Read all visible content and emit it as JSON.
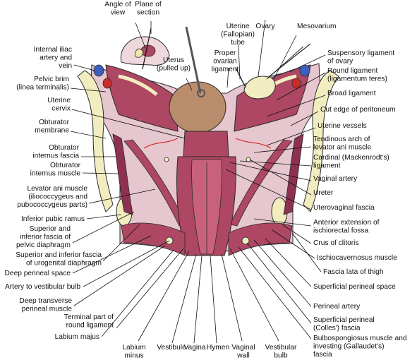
{
  "colors": {
    "tissue": "#ad4763",
    "tissue_dark": "#8e3150",
    "fascia": "#e6c6cf",
    "fat": "#f1e9a9",
    "uterus": "#b98d6c",
    "bone": "#f2edc0",
    "artery": "#cf2a2a",
    "vein": "#3f5fc0",
    "outline": "#2a2a2a"
  },
  "labels": {
    "angle_of_view": [
      "Angle of",
      "view"
    ],
    "plane_of_section": [
      "Plane of",
      "section"
    ],
    "uterine_tube": [
      "Uterine",
      "(Fallopian)",
      "tube"
    ],
    "ovary": [
      "Ovary"
    ],
    "mesovarium": [
      "Mesovarium"
    ],
    "internal_iliac": [
      "Internal iliac",
      "artery and",
      "vein"
    ],
    "uterus_pulled_up": [
      "Uterus",
      "(pulled up)"
    ],
    "proper_ovarian": [
      "Proper",
      "ovarian",
      "ligament"
    ],
    "suspensory_ligament": [
      "Suspensory ligament",
      "of ovary"
    ],
    "round_ligament": [
      "Round ligament",
      "(ligamentum teres)"
    ],
    "pelvic_brim": [
      "Pelvic brim",
      "(linea terminalis)"
    ],
    "broad_ligament": [
      "Broad ligament"
    ],
    "uterine_cervix": [
      "Uterine",
      "cervix"
    ],
    "cut_edge_peritoneum": [
      "Cut edge of peritoneum"
    ],
    "obturator_membrane": [
      "Obturator",
      "membrane"
    ],
    "uterine_vessels": [
      "Uterine vessels"
    ],
    "tendinous_arch": [
      "Tendinous arch of",
      "levator ani muscle"
    ],
    "obturator_internus_fascia": [
      "Obturator",
      "internus fascia"
    ],
    "cardinal_ligament": [
      "Cardinal (Mackenrodt's)",
      "ligament"
    ],
    "obturator_internus_muscle": [
      "Obturator",
      "internus muscle"
    ],
    "vaginal_artery": [
      "Vaginal artery"
    ],
    "levator_ani": [
      "Levator ani muscle",
      "(iliococcygeus and",
      "pubococcygeus parts)"
    ],
    "ureter": [
      "Ureter"
    ],
    "uterovaginal_fascia": [
      "Uterovaginal fascia"
    ],
    "inferior_pubic_ramus": [
      "Inferior pubic ramus"
    ],
    "anterior_extension": [
      "Anterior extension of",
      "ischiorectal fossa"
    ],
    "pelvic_diaphragm_fascia": [
      "Superior and",
      "inferior fascia of",
      "pelvic diaphragm"
    ],
    "crus_of_clitoris": [
      "Crus of clitoris"
    ],
    "urogenital_diaphragm_fascia": [
      "Superior and inferior fascia",
      "of urogenital diaphragm"
    ],
    "ischiocavernosus": [
      "Ischiocavernosus muscle"
    ],
    "deep_perineal_space": [
      "Deep perineal space"
    ],
    "fascia_lata": [
      "Fascia lata of thigh"
    ],
    "artery_vestibular_bulb": [
      "Artery to vestibular bulb"
    ],
    "superficial_perineal_space": [
      "Superficial perineal space"
    ],
    "deep_transverse_perineal": [
      "Deep transverse",
      "perineal muscle"
    ],
    "perineal_artery": [
      "Perineal artery"
    ],
    "terminal_round_ligament": [
      "Terminal part of",
      "round ligament"
    ],
    "colles_fascia": [
      "Superficial perineal",
      "(Colles') fascia"
    ],
    "labium_majus": [
      "Labium majus"
    ],
    "bulbospongiosus": [
      "Bulbospongiosus muscle and",
      "investing (Gallaudet's)",
      "fascia"
    ],
    "labium_minus": [
      "Labium",
      "minus"
    ],
    "vestibule": [
      "Vestibule"
    ],
    "vagina": [
      "Vagina"
    ],
    "hymen": [
      "Hymen"
    ],
    "vaginal_wall": [
      "Vaginal",
      "wall"
    ],
    "vestibular_bulb": [
      "Vestibular",
      "bulb"
    ]
  }
}
